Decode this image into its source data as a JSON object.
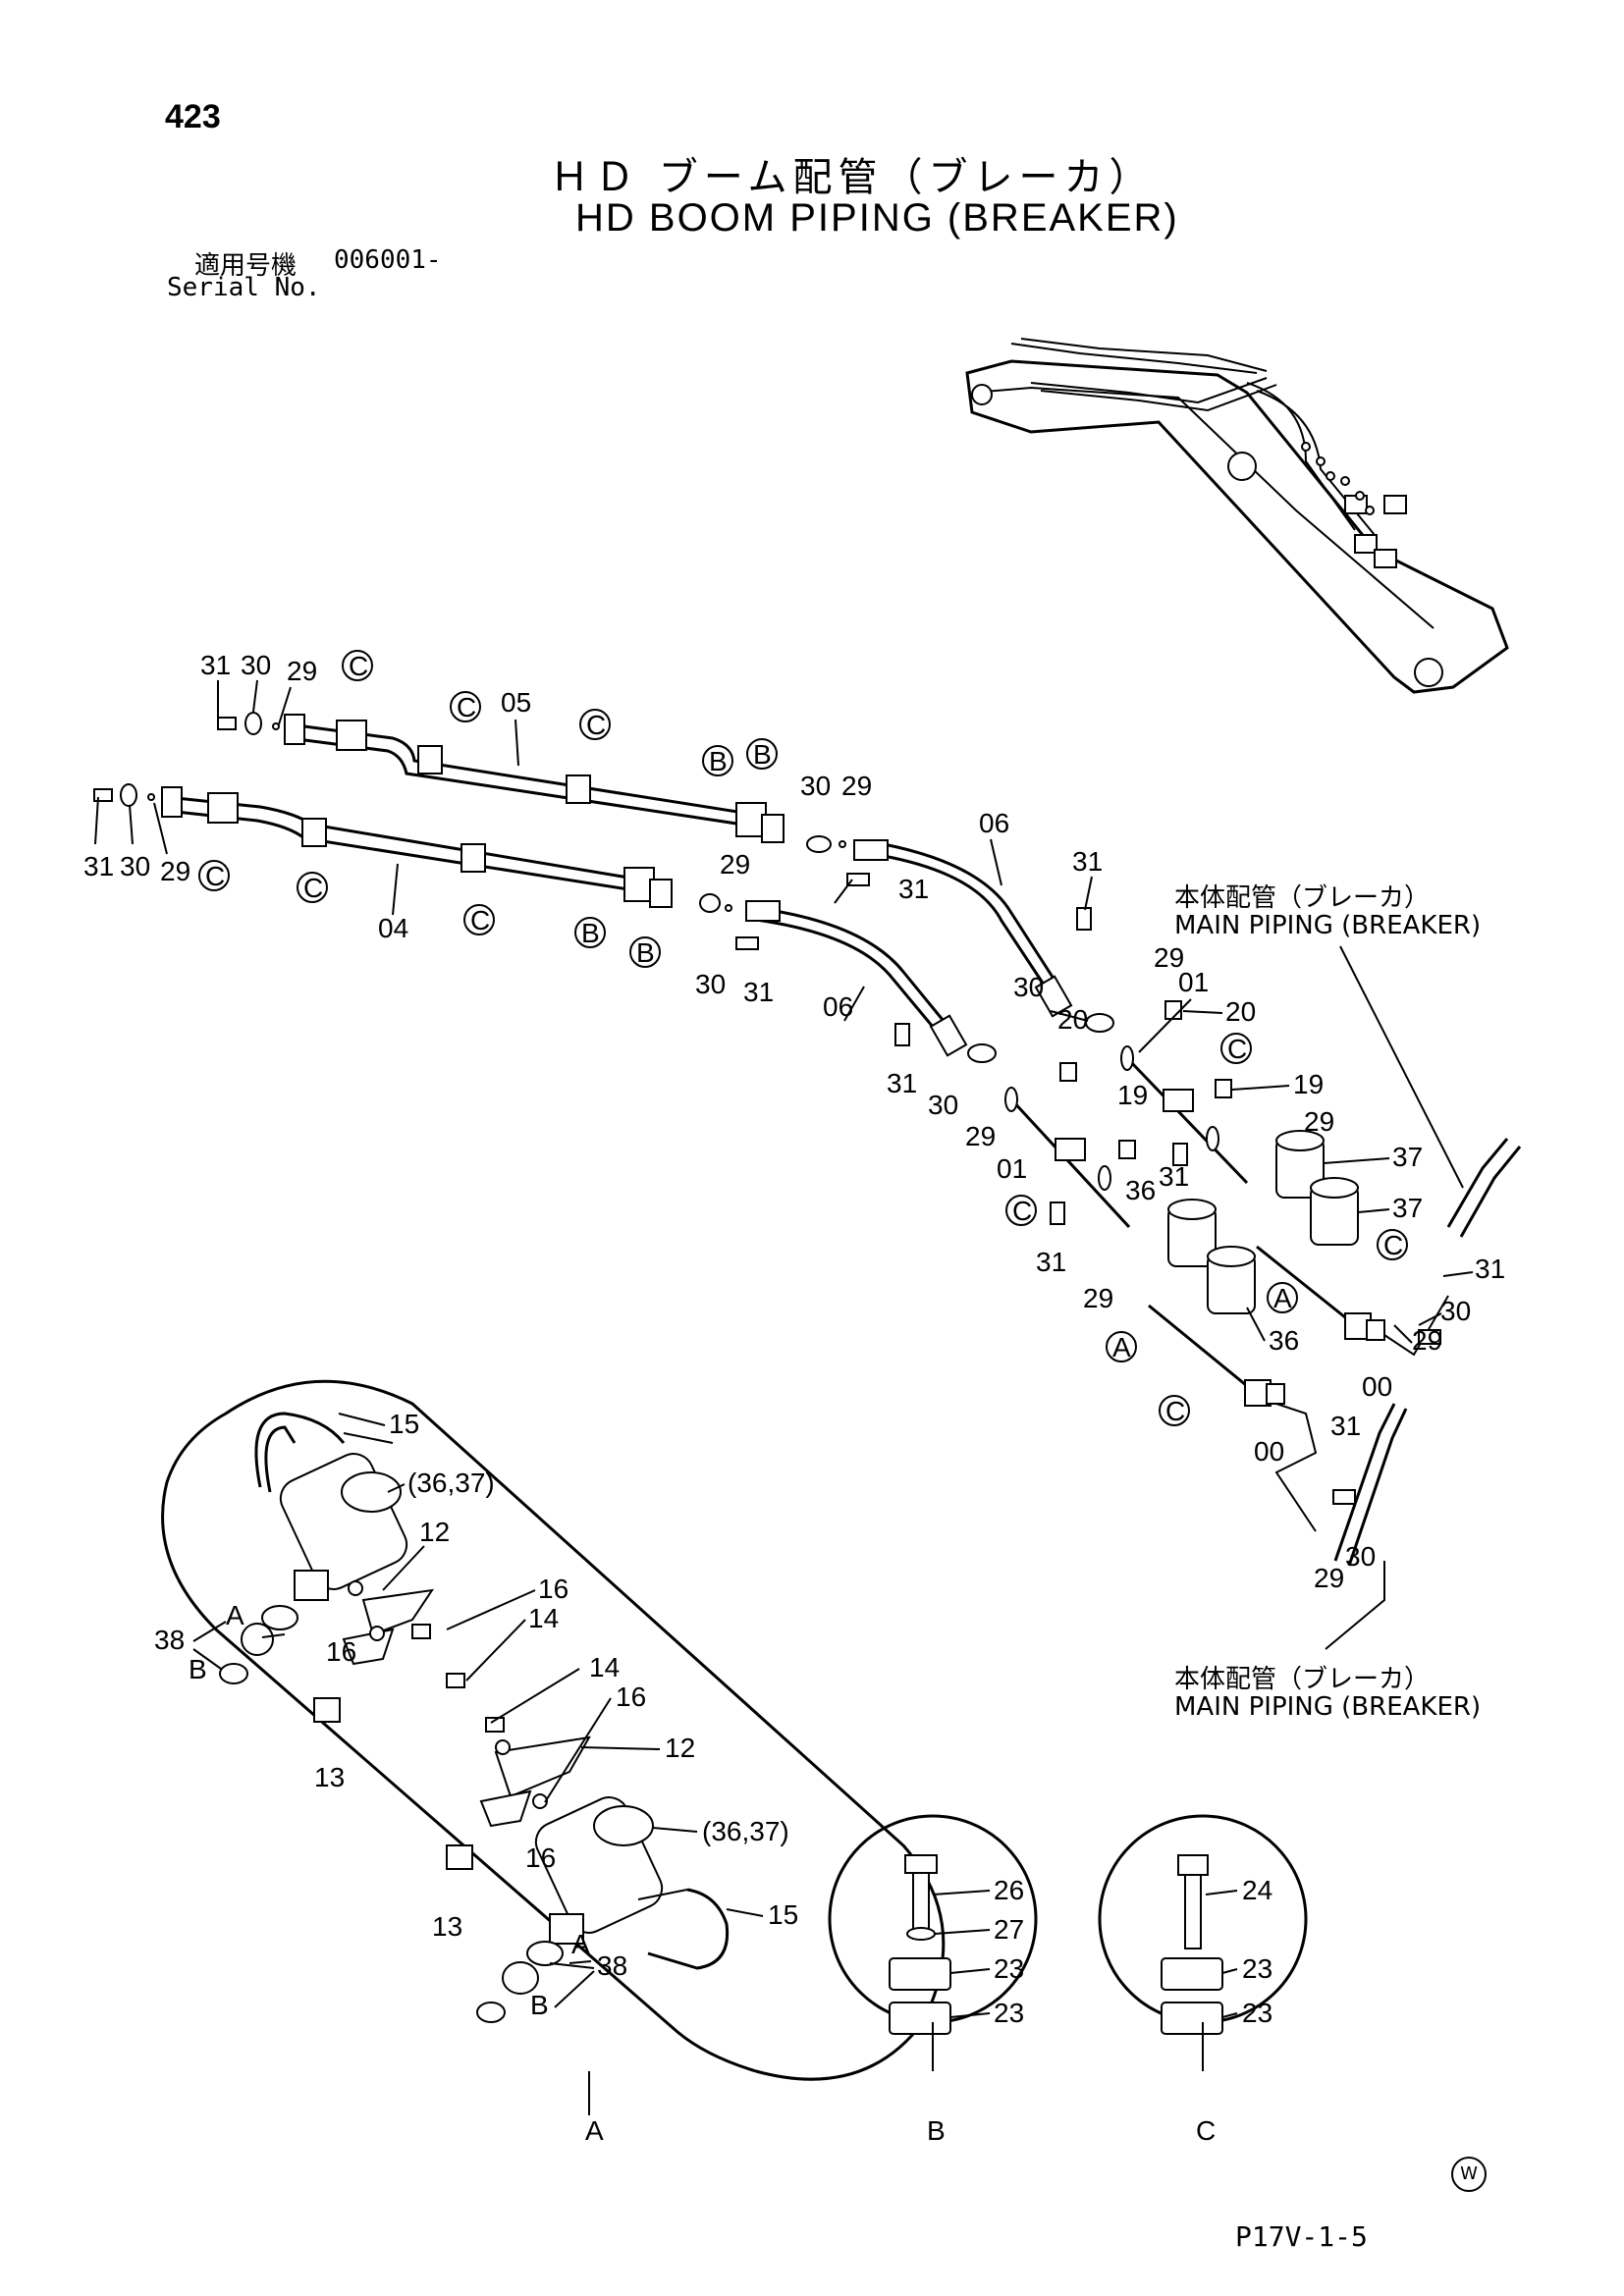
{
  "page_number": "423",
  "title_jp": "ＨＤ ブーム配管（ブレーカ）",
  "title_en": "HD BOOM PIPING (BREAKER)",
  "serial": {
    "label_jp": "適用号機",
    "value": "006001-",
    "label_en": "Serial No."
  },
  "main_piping_jp": "本体配管（ブレーカ）",
  "main_piping_en": "MAIN PIPING (BREAKER)",
  "footer_code": "P17V-1-5",
  "watermark": "W",
  "callouts_upper": {
    "c31a": "31",
    "c30a": "30",
    "c29a": "29",
    "c05": "05",
    "c31b": "31",
    "c30b": "30",
    "c29b": "29",
    "c04": "04",
    "c30c": "30",
    "c29c": "29",
    "c06a": "06",
    "c31c": "31",
    "c29d": "29",
    "c31d": "31",
    "c30d": "30",
    "c06b": "06",
    "c31e": "31",
    "c30e": "30",
    "c29e": "29",
    "c01a": "01",
    "c20a": "20",
    "c20b": "20",
    "c31f": "31",
    "c30f": "30",
    "c29f": "29",
    "c01b": "01",
    "c19a": "19",
    "c19b": "19",
    "c29g": "29",
    "c31g": "31",
    "c37a": "37",
    "c37b": "37",
    "c36a": "36",
    "c31h": "31",
    "c29h": "29",
    "c36b": "36",
    "c31i": "31",
    "c30i": "30",
    "c29i": "29",
    "c00a": "00",
    "c00b": "00",
    "c31j": "31",
    "c30j": "30",
    "c29j": "29"
  },
  "markers": {
    "A": "A",
    "B": "B",
    "C": "C"
  },
  "detail_a": {
    "label": "A",
    "c15a": "15",
    "c3637a": "(36,37)",
    "c12a": "12",
    "c16a": "16",
    "c14a": "14",
    "c16b": "16",
    "c38a": "38",
    "cAa": "A",
    "cBa": "B",
    "c13a": "13",
    "c14b": "14",
    "c16c": "16",
    "c12b": "12",
    "c3637b": "(36,37)",
    "c16d": "16",
    "c15b": "15",
    "c13b": "13",
    "cAb": "A",
    "c38b": "38",
    "cBb": "B"
  },
  "detail_b": {
    "label": "B",
    "c26": "26",
    "c27": "27",
    "c23a": "23",
    "c23b": "23"
  },
  "detail_c": {
    "label": "C",
    "c24": "24",
    "c23a": "23",
    "c23b": "23"
  }
}
